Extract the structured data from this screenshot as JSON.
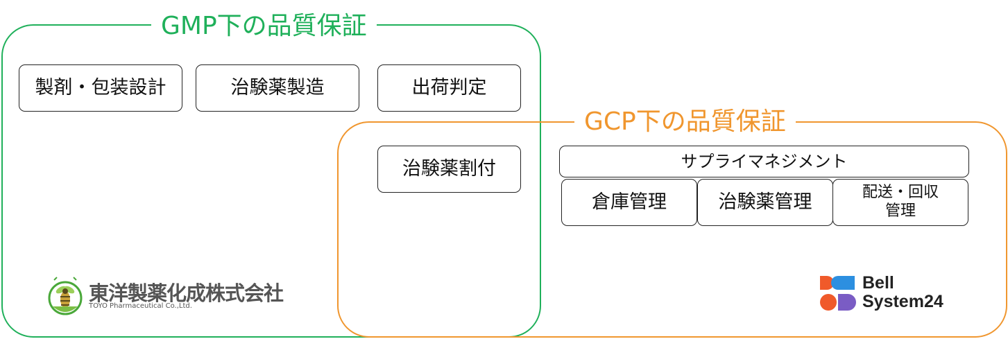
{
  "gmp": {
    "title": "GMP下の品質保証",
    "boxes": [
      "製剤・包装設計",
      "治験薬製造",
      "出荷判定"
    ],
    "color": "#1fb05a"
  },
  "shared_box": "治験薬割付",
  "gcp": {
    "title": "GCP下の品質保証",
    "supply": "サプライマネジメント",
    "sub": [
      "倉庫管理",
      "治験薬管理"
    ],
    "sub3_line1": "配送・回収",
    "sub3_line2": "管理",
    "color": "#f0962e"
  },
  "logos": {
    "toyo_name": "東洋製薬化成株式会社",
    "toyo_en": "TOYO Pharmaceutical Co.,Ltd.",
    "toyo_icon": "bee-emblem-icon",
    "bell_line1": "Bell",
    "bell_line2": "System24",
    "bell_icon": "bell-system-icon",
    "bell_colors": [
      "#f05a2a",
      "#2c8fe0",
      "#f4a21b",
      "#7a5cc4"
    ]
  }
}
